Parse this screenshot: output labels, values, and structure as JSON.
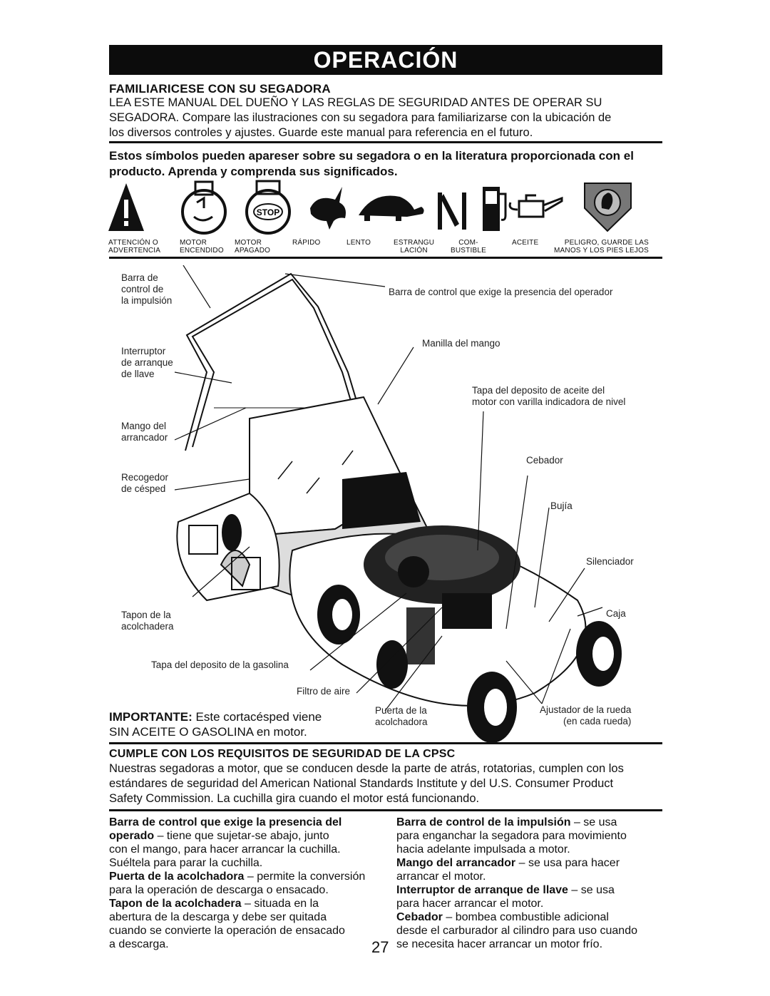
{
  "header": {
    "title": "OPERACIÓN"
  },
  "intro": {
    "heading": "FAMILIARICESE CON SU SEGADORA",
    "lines": [
      "LEA ESTE MANUAL DEL DUEÑO Y LAS REGLAS DE SEGURIDAD ANTES DE OPERAR SU",
      "SEGADORA. Compare las ilustraciones con su segadora para familiarizarse con la ubicación de",
      "los diversos controles y ajustes. Guarde este manual para referencia en el futuro."
    ]
  },
  "symbols": {
    "intro_lines": [
      "Estos símbolos pueden apareser sobre su segadora o en la literatura proporcionada con el",
      "producto. Aprenda y comprenda sus significados."
    ],
    "items": [
      {
        "icon": "warning-triangle-icon",
        "label1": "ATTENCIÓN O",
        "label2": "ADVERTENCIA"
      },
      {
        "icon": "engine-on-icon",
        "label1": "MOTOR",
        "label2": "ENCENDIDO"
      },
      {
        "icon": "engine-stop-icon",
        "label1": "MOTOR",
        "label2": "APAGADO"
      },
      {
        "icon": "rabbit-fast-icon",
        "label1": "RÁPIDO",
        "label2": ""
      },
      {
        "icon": "turtle-slow-icon",
        "label1": "LENTO",
        "label2": ""
      },
      {
        "icon": "choke-icon",
        "label1": "ESTRANGU",
        "label2": "LACIÓN"
      },
      {
        "icon": "fuel-pump-icon",
        "label1": "COM-",
        "label2": "BUSTIBLE"
      },
      {
        "icon": "oil-can-icon",
        "label1": "ACEITE",
        "label2": ""
      },
      {
        "icon": "hand-danger-icon",
        "label1": "PELIGRO, GUARDE LAS",
        "label2": "MANOS Y LOS PIES LEJOS"
      }
    ],
    "stop_text": "STOP"
  },
  "diagram": {
    "callouts": {
      "drive_bar": [
        "Barra de",
        "control de",
        "la impulsión"
      ],
      "operator_bar": "Barra de control que exige la presencia del operador",
      "key_switch": [
        "Interruptor",
        "de arranque",
        "de llave"
      ],
      "handle_knob": "Manilla del mango",
      "oil_cap": [
        "Tapa del deposito de aceite del",
        "motor con varilla indicadora de nivel"
      ],
      "starter_handle": [
        "Mango del",
        "arrancador"
      ],
      "bag": [
        "Recogedor",
        "de césped"
      ],
      "primer": "Cebador",
      "spark_plug": "Bujía",
      "muffler": "Silenciador",
      "plug": [
        "Tapon de la",
        "acolchadera"
      ],
      "housing": "Caja",
      "fuel_cap": "Tapa del deposito de la gasolina",
      "air_filter": "Filtro de aire",
      "mulch_door": [
        "Puerta de la",
        "acolchadora"
      ],
      "wheel_adjuster": [
        "Ajustador de la rueda",
        "(en cada rueda)"
      ]
    },
    "important": {
      "bold": "IMPORTANTE:",
      "rest": " Este cortacésped viene",
      "line2": "SIN ACEITE O GASOLINA en motor."
    }
  },
  "cpsc": {
    "heading": "CUMPLE CON LOS REQUISITOS DE SEGURIDAD DE LA CPSC",
    "lines": [
      "Nuestras segadoras a motor, que se conducen desde la parte de atrás, rotatorias, cumplen con los",
      "estándares de seguridad del American National Standards Institute y del U.S. Consumer Product",
      "Safety Commission. La cuchilla gira cuando el motor está funcionando."
    ]
  },
  "definitions_left": [
    {
      "term": "Barra de control que exige la presencia del",
      "text": ""
    },
    {
      "term": "operado",
      "text": " – tiene que sujetar-se abajo, junto"
    },
    {
      "term": "",
      "text": "con el mango, para hacer arrancar la cuchilla."
    },
    {
      "term": "",
      "text": "Suéltela para parar la cuchilla."
    },
    {
      "term": "Puerta de la acolchadora",
      "text": " – permite la conversión"
    },
    {
      "term": "",
      "text": "para la operación de descarga o ensacado."
    },
    {
      "term": "Tapon de la acolchadera",
      "text": " – situada en la"
    },
    {
      "term": "",
      "text": "abertura de la descarga y debe ser quitada"
    },
    {
      "term": "",
      "text": "cuando se convierte la operación de ensacado"
    },
    {
      "term": "",
      "text": "a descarga."
    }
  ],
  "definitions_right": [
    {
      "term": "Barra de control de la impulsión",
      "text": " – se usa"
    },
    {
      "term": "",
      "text": "para enganchar la segadora para movimiento"
    },
    {
      "term": "",
      "text": "hacia adelante impulsada a motor."
    },
    {
      "term": "Mango del arrancador",
      "text": " – se usa para hacer"
    },
    {
      "term": "",
      "text": "arrancar el motor."
    },
    {
      "term": "Interruptor de arranque de llave",
      "text": " – se usa"
    },
    {
      "term": "",
      "text": "para hacer arrancar el motor."
    },
    {
      "term": "Cebador",
      "text": " – bombea combustible adicional"
    },
    {
      "term": "",
      "text": "desde el carburador al cilindro para uso cuando"
    },
    {
      "term": "",
      "text": "se necesita hacer arrancar un motor frío."
    }
  ],
  "page_number": "27"
}
